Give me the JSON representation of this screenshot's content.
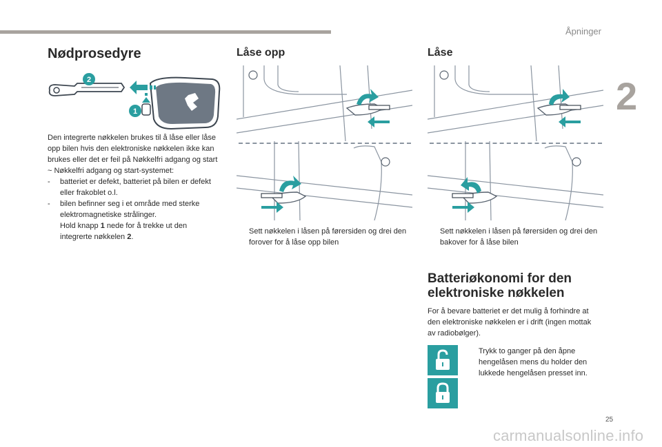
{
  "header": {
    "section": "Åpninger",
    "chapter": "2"
  },
  "emergency": {
    "title": "Nødprosedyre",
    "badge_1": "1",
    "badge_2": "2",
    "intro": "Den integrerte nøkkelen brukes til å låse eller låse opp bilen hvis den elektroniske nøkkelen ikke kan brukes eller det er feil på Nøkkelfri adgang og start ~ Nøkkelfri adgang og start-systemet:",
    "dash_items": [
      {
        "mark": "-",
        "text": "batteriet er defekt, batteriet på bilen er defekt eller frakoblet o.l."
      },
      {
        "mark": "-",
        "text": "bilen befinner seg i et område med sterke elektromagnetiske strålinger."
      }
    ],
    "instruction": {
      "mark": "",
      "text_a": "Hold knapp ",
      "bold_a": "1",
      "text_b": " nede for å trekke ut den integrerte nøkkelen ",
      "bold_b": "2",
      "text_c": "."
    }
  },
  "unlock": {
    "title": "Låse opp",
    "instruction": {
      "mark": "",
      "text": "Sett nøkkelen i låsen på førersiden og drei den forover for å låse opp bilen"
    }
  },
  "lock": {
    "title": "Låse",
    "instruction": {
      "mark": "",
      "text": "Sett nøkkelen i låsen på førersiden og drei den bakover for å låse bilen"
    }
  },
  "battery": {
    "title": "Batteriøkonomi for den elektroniske nøkkelen",
    "intro": "For å bevare batteriet er det mulig å forhindre at den elektroniske nøkkelen er i drift (ingen mottak av radiobølger).",
    "instruction": {
      "mark": "",
      "text": "Trykk to ganger på den åpne hengelåsen mens du holder den lukkede hengelåsen presset inn."
    }
  },
  "footer": {
    "page_number": "25",
    "watermark": "carmanualsonline.info"
  },
  "colors": {
    "accent": "#2a9ea0",
    "bar": "#a8a39e",
    "line_art": "#5a6470"
  }
}
